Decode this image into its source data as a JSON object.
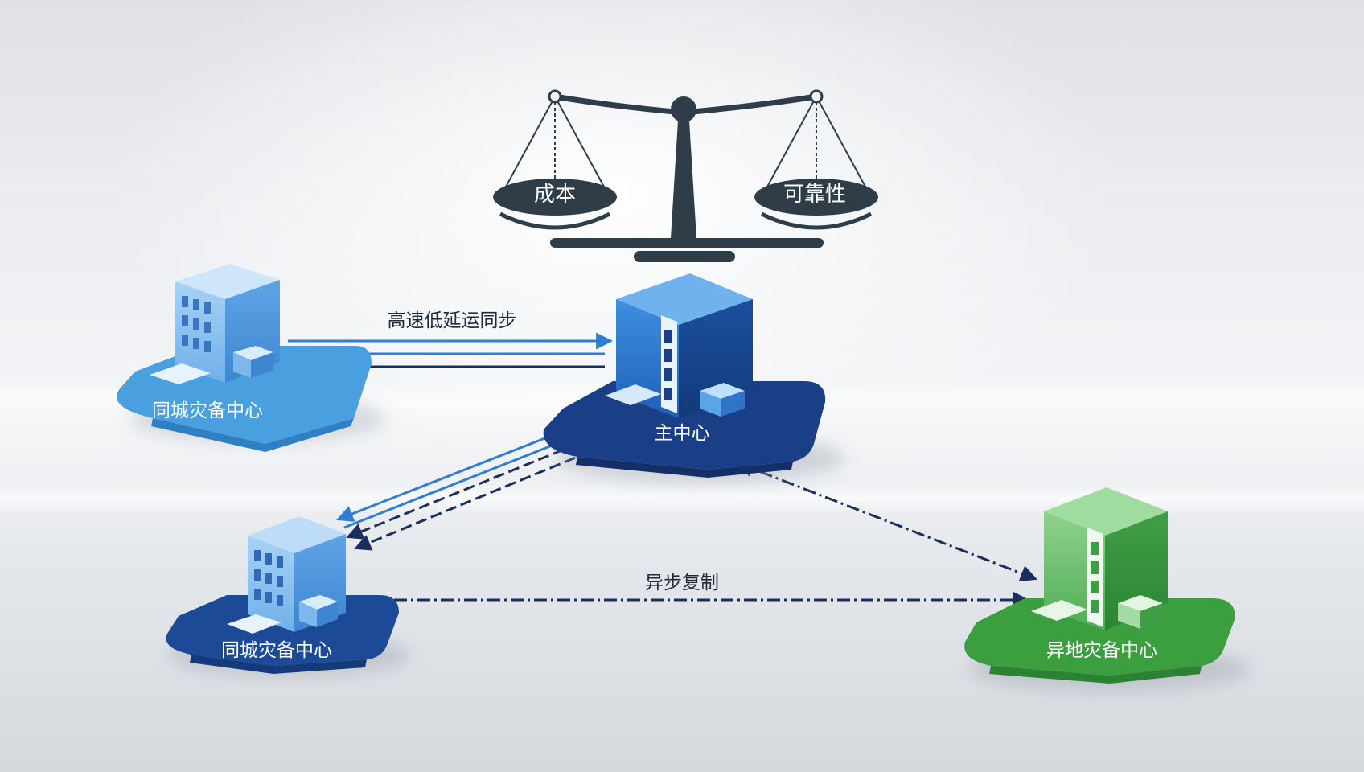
{
  "scale": {
    "left_pan_label": "成本",
    "right_pan_label": "可靠性"
  },
  "links": {
    "sync_label": "高速低延运同步",
    "async_label": "异步复制"
  },
  "nodes": {
    "main": {
      "label": "主中心",
      "color": "#1b3f86"
    },
    "same_city_top": {
      "label": "同城灾备中心",
      "color": "#4aa0de"
    },
    "same_city_bottom": {
      "label": "同城灾备中心",
      "color": "#1d4a97"
    },
    "remote": {
      "label": "异地灾备中心",
      "color": "#3c9f3f"
    }
  },
  "colors": {
    "scale": "#2f3d48",
    "sync_line": "#2f7fd0",
    "async_line": "#1b2f5e"
  }
}
